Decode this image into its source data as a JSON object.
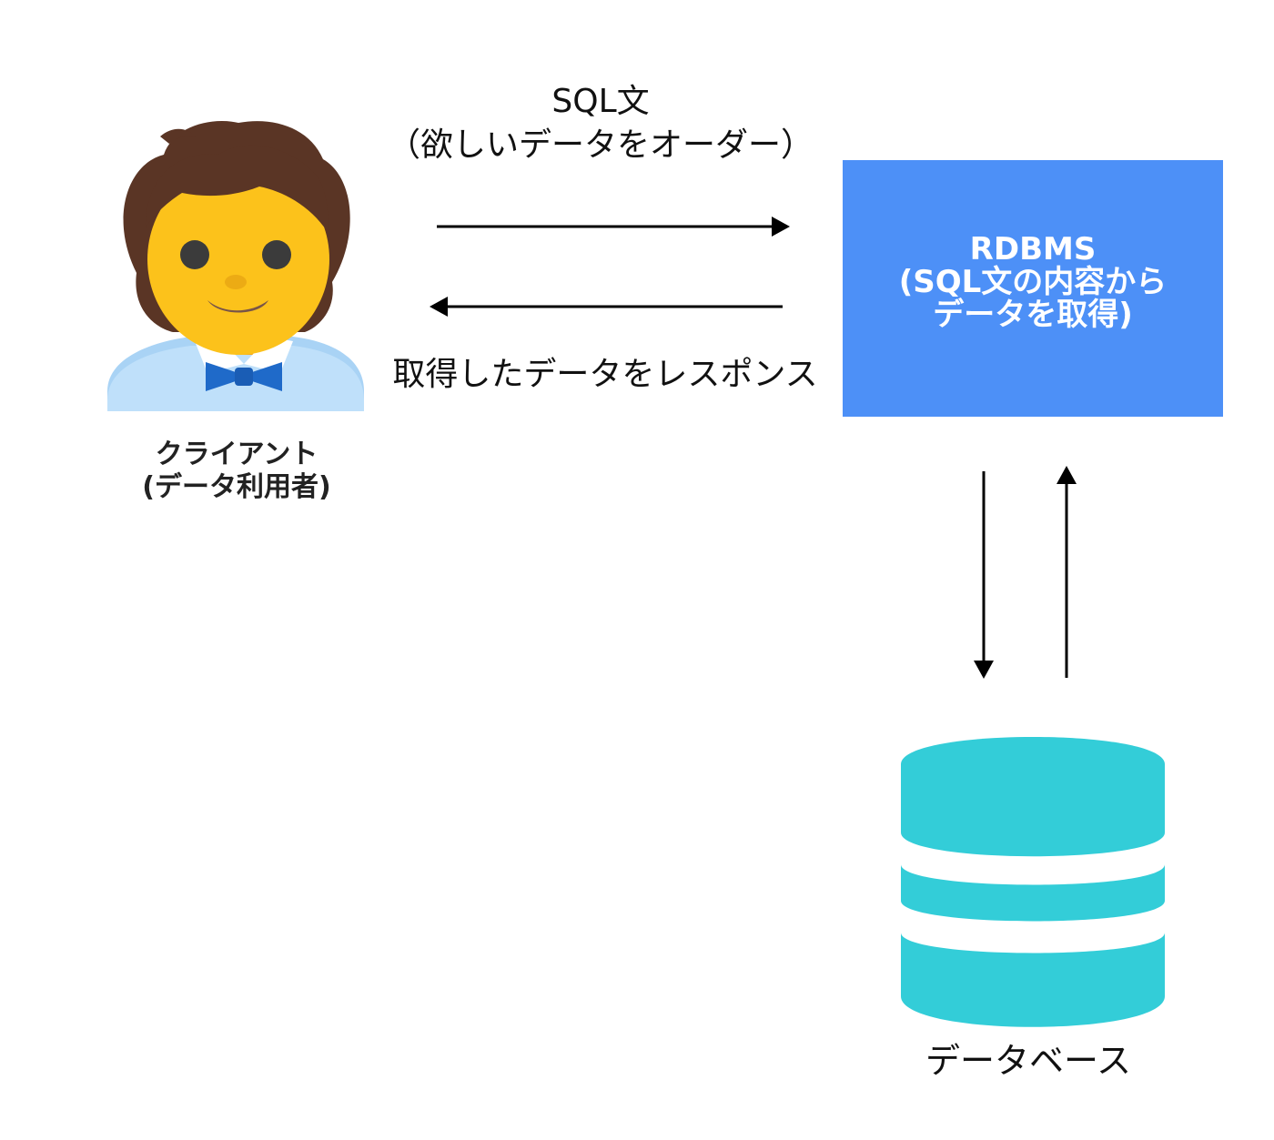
{
  "diagram": {
    "request": {
      "line1": "SQL文",
      "line2": "（欲しいデータをオーダー）"
    },
    "response": {
      "label": "取得したデータをレスポンス"
    },
    "rdbms": {
      "line1": "RDBMS",
      "line2": "(SQL文の内容から",
      "line3": "データを取得)",
      "color": "#4d90f7"
    },
    "client": {
      "line1": "クライアント",
      "line2": "(データ利用者)",
      "icon": "person-with-bowtie-icon"
    },
    "database": {
      "label": "データベース",
      "icon": "database-cylinder-icon",
      "color": "#33cdd8"
    }
  }
}
